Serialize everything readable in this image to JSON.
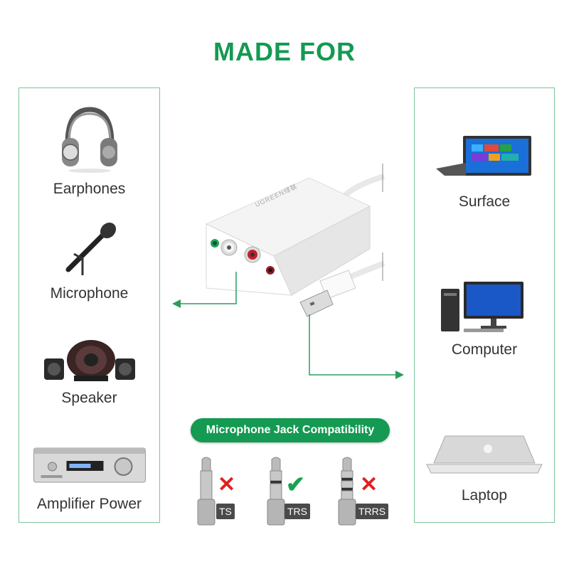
{
  "title": "MADE FOR",
  "left_items": [
    {
      "label": "Earphones",
      "icon": "headphones-icon"
    },
    {
      "label": "Microphone",
      "icon": "microphone-icon"
    },
    {
      "label": "Speaker",
      "icon": "speaker-icon"
    },
    {
      "label": "Amplifier Power",
      "icon": "amplifier-icon"
    }
  ],
  "right_items": [
    {
      "label": "Surface",
      "icon": "tablet-icon"
    },
    {
      "label": "Computer",
      "icon": "desktop-computer-icon"
    },
    {
      "label": "Laptop",
      "icon": "laptop-icon"
    }
  ],
  "device_brand": "UGREEN绿联",
  "compatibility_label": "Microphone Jack Compatibility",
  "jacks": [
    {
      "label": "TS",
      "compatible": false
    },
    {
      "label": "TRS",
      "compatible": true
    },
    {
      "label": "TRRS",
      "compatible": false
    }
  ],
  "colors": {
    "accent": "#149a52",
    "cross": "#e02020",
    "check": "#1aa24f",
    "border": "#7cc49a"
  }
}
